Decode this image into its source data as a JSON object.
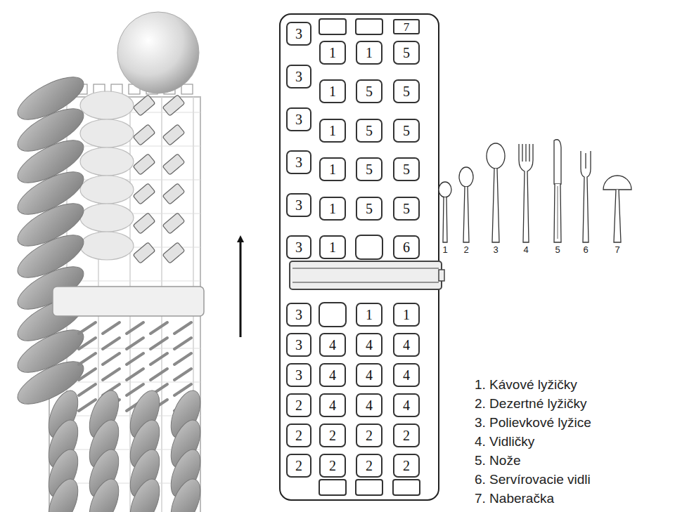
{
  "diagram": {
    "nodes": [
      {
        "text": [
          "7"
        ]
      },
      {
        "text": [
          "3"
        ]
      },
      {
        "text": [
          "1"
        ]
      },
      {
        "text": [
          "1"
        ]
      },
      {
        "text": [
          "5"
        ]
      },
      {
        "text": [
          "3"
        ]
      },
      {
        "text": [
          "1"
        ]
      },
      {
        "text": [
          "5"
        ]
      },
      {
        "text": [
          "5"
        ]
      },
      {
        "text": [
          "3"
        ]
      },
      {
        "text": [
          "1"
        ]
      },
      {
        "text": [
          "5"
        ]
      },
      {
        "text": [
          "5"
        ]
      },
      {
        "text": [
          "3"
        ]
      },
      {
        "text": [
          "1"
        ]
      },
      {
        "text": [
          "5"
        ]
      },
      {
        "text": [
          "5"
        ]
      },
      {
        "text": [
          "3"
        ]
      },
      {
        "text": [
          "1"
        ]
      },
      {
        "text": [
          "5"
        ]
      },
      {
        "text": [
          "5"
        ]
      },
      {
        "text": [
          "3"
        ]
      },
      {
        "text": [
          "1"
        ]
      },
      {
        "text": [
          "6"
        ]
      },
      {
        "text": [
          "3"
        ]
      },
      {
        "text": [
          "1"
        ]
      },
      {
        "text": [
          "1"
        ]
      },
      {
        "text": [
          "3"
        ]
      },
      {
        "text": [
          "4"
        ]
      },
      {
        "text": [
          "4"
        ]
      },
      {
        "text": [
          "4"
        ]
      },
      {
        "text": [
          "3"
        ]
      },
      {
        "text": [
          "4"
        ]
      },
      {
        "text": [
          "4"
        ]
      },
      {
        "text": [
          "4"
        ]
      },
      {
        "text": [
          "2"
        ]
      },
      {
        "text": [
          "4"
        ]
      },
      {
        "text": [
          "4"
        ]
      },
      {
        "text": [
          "4"
        ]
      },
      {
        "text": [
          "2"
        ]
      },
      {
        "text": [
          "2"
        ]
      },
      {
        "text": [
          "2"
        ]
      },
      {
        "text": [
          "2"
        ]
      },
      {
        "text": [
          "2"
        ]
      },
      {
        "text": [
          "2"
        ]
      },
      {
        "text": [
          "2"
        ]
      },
      {
        "text": [
          "2"
        ]
      }
    ],
    "labels": [
      "1",
      "2",
      "3",
      "4",
      "5",
      "6",
      "7",
      "1. Kávové lyžičky",
      "2. Dezertné lyžičky",
      "3. Polievkové lyžice",
      "4. Vidličky",
      "5. Nože",
      "6. Servírovacie vidli",
      "7. Naberačka"
    ]
  }
}
